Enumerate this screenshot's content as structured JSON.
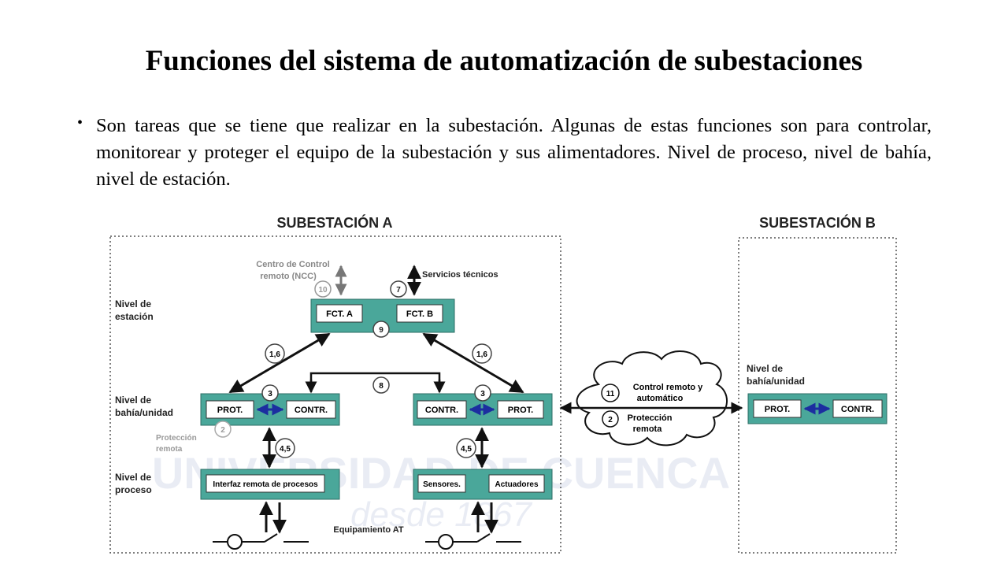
{
  "slide": {
    "title": "Funciones del sistema de automatización de subestaciones",
    "bullet": "Son tareas que se tiene que realizar en la subestación. Algunas de estas funciones son para controlar, monitorear y proteger el equipo de la subestación y sus alimentadores.  Nivel de proceso, nivel de bahía, nivel de estación."
  },
  "diagram": {
    "sub_a_title": "SUBESTACIÓN A",
    "sub_b_title": "SUBESTACIÓN B",
    "level_station": [
      "Nivel de",
      "estación"
    ],
    "level_bay": [
      "Nivel de",
      "bahía/unidad"
    ],
    "level_process": [
      "Nivel de",
      "proceso"
    ],
    "level_bay_b": [
      "Nivel de",
      "bahía/unidad"
    ],
    "ncc_label": [
      "Centro de Control",
      "remoto (NCC)"
    ],
    "tech_services": "Servicios técnicos",
    "fct_a": "FCT. A",
    "fct_b": "FCT. B",
    "prot": "PROT.",
    "contr": "CONTR.",
    "remote_process": "Interfaz remota de procesos",
    "sensors": "Sensores.",
    "actuators": "Actuadores",
    "equipment": "Equipamiento AT",
    "remote_protection_left": [
      "Protección",
      "remota"
    ],
    "cloud_control": [
      "Control remoto y",
      "automático"
    ],
    "cloud_protection": [
      "Protección",
      "remota"
    ],
    "n10": "10",
    "n7": "7",
    "n9": "9",
    "n16a": "1,6",
    "n16b": "1,6",
    "n3a": "3",
    "n3b": "3",
    "n8": "8",
    "n2": "2",
    "n45a": "4,5",
    "n45b": "4,5",
    "n11": "11",
    "n2b": "2"
  },
  "watermark": {
    "line1": "UNIVERSIDAD DE CUENCA",
    "line2": "desde 1867"
  },
  "colors": {
    "teal": "#4aa79a",
    "blue_arrow": "#1c2ea0",
    "border": "#333333"
  }
}
